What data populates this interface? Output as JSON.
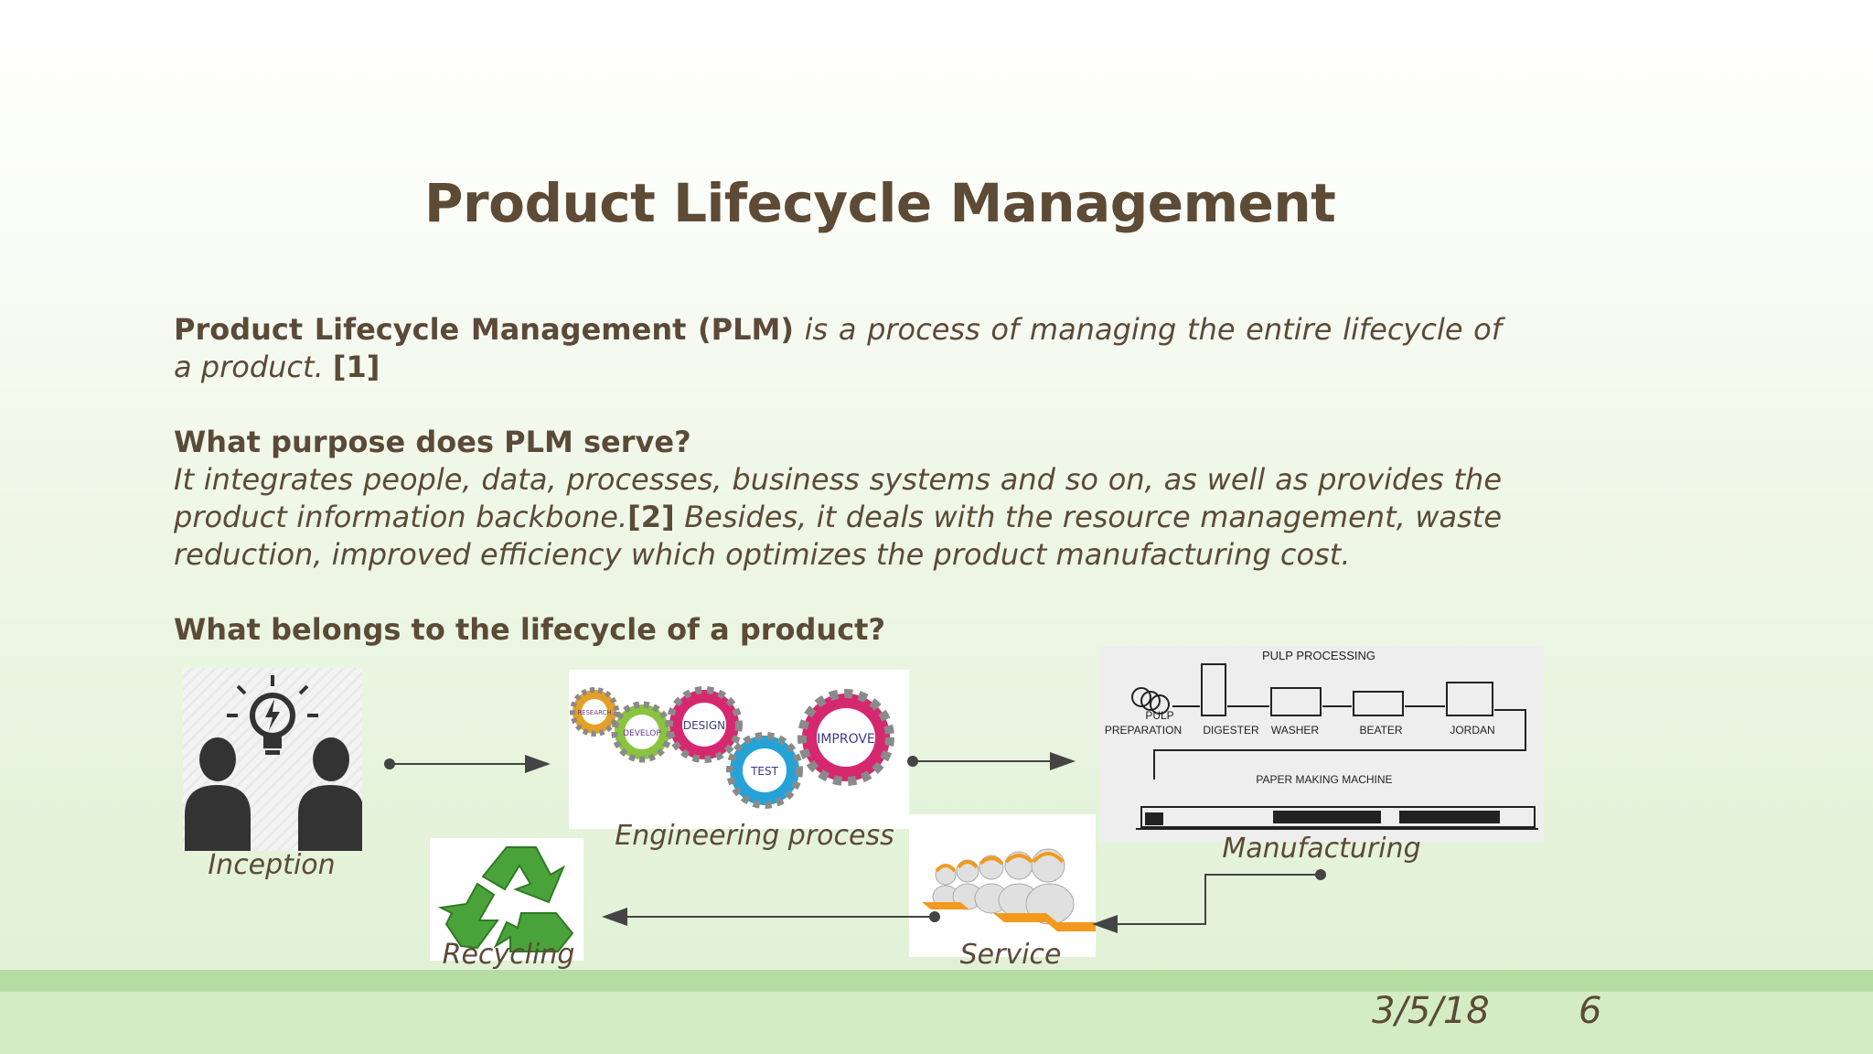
{
  "slide": {
    "title": "Product Lifecycle Management",
    "definition": {
      "term": "Product Lifecycle Management (PLM)",
      "text": " is a process of managing the entire lifecycle of a product. ",
      "ref": "[1]"
    },
    "purpose": {
      "heading": "What purpose does PLM serve?",
      "text_a": "It integrates people, data, processes, business systems and so on, as well as provides the product information backbone.",
      "ref": "[2]",
      "text_b": " Besides, it deals with the resource management, waste reduction, improved efficiency which optimizes the product manufacturing cost."
    },
    "lifecycle": {
      "heading": "What belongs to the lifecycle of a product?",
      "stages": {
        "inception": "Inception",
        "engineering": "Engineering process",
        "manufacturing": "Manufacturing",
        "service": "Service",
        "recycling": "Recycling"
      },
      "gears": [
        "RESEARCH",
        "DEVELOP",
        "DESIGN",
        "TEST",
        "IMPROVE"
      ],
      "pulp": {
        "title": "PULP PROCESSING",
        "prep": "PULP",
        "prep2": "PREPARATION",
        "digester": "DIGESTER",
        "washer": "WASHER",
        "beater": "BEATER",
        "jordan": "JORDAN",
        "machine": "PAPER MAKING MACHINE"
      }
    },
    "footer": {
      "date": "3/5/18",
      "page": "6"
    }
  }
}
